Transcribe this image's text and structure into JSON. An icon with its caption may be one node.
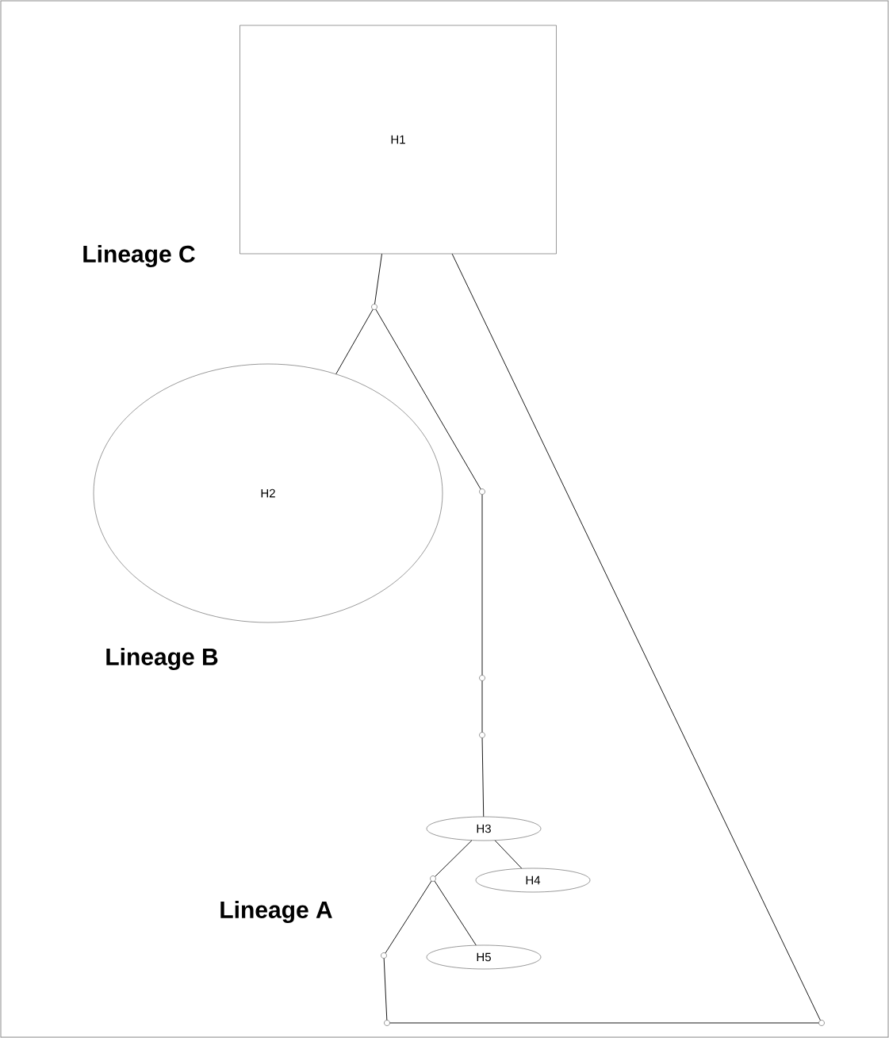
{
  "diagram": {
    "nodes": [
      {
        "text": [
          "H1"
        ]
      },
      {
        "text": [
          "H2"
        ]
      },
      {
        "text": [
          "H3"
        ]
      },
      {
        "text": [
          "H4"
        ]
      },
      {
        "text": [
          "H5"
        ]
      },
      {
        "text": [],
        "shape": "circle"
      },
      {
        "text": [],
        "shape": "circle"
      },
      {
        "text": [],
        "shape": "circle"
      },
      {
        "text": [],
        "shape": "circle"
      },
      {
        "text": [],
        "shape": "circle"
      },
      {
        "text": [],
        "shape": "circle"
      },
      {
        "text": [],
        "shape": "circle"
      },
      {
        "text": [],
        "shape": "circle"
      }
    ],
    "edges": [
      {
        "from": 0,
        "to": 5,
        "arrow": "none"
      },
      {
        "from": 5,
        "to": 1,
        "arrow": "none"
      },
      {
        "from": 5,
        "to": 6,
        "arrow": "none"
      },
      {
        "from": 6,
        "to": 7,
        "arrow": "none"
      },
      {
        "from": 7,
        "to": 8,
        "arrow": "none"
      },
      {
        "from": 8,
        "to": 2,
        "arrow": "none"
      },
      {
        "from": 2,
        "to": 3,
        "arrow": "none"
      },
      {
        "from": 2,
        "to": 9,
        "arrow": "none"
      },
      {
        "from": 9,
        "to": 4,
        "arrow": "none"
      },
      {
        "from": 9,
        "to": 10,
        "arrow": "none"
      },
      {
        "from": 10,
        "to": 11,
        "arrow": "none"
      },
      {
        "from": 11,
        "to": 12,
        "arrow": "none"
      },
      {
        "from": 12,
        "to": 0,
        "arrow": "none"
      }
    ],
    "labels": [
      "Lineage C",
      "Lineage B",
      "Lineage A"
    ]
  }
}
